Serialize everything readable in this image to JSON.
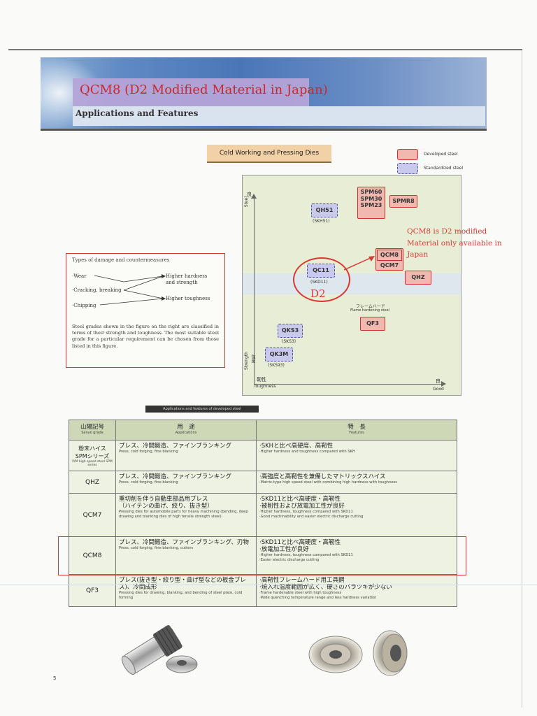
{
  "header": {
    "title": "QCM8 (D2 Modified Material in Japan)",
    "subtitle": "Applications and Features"
  },
  "section": {
    "label": "Cold Working and Pressing Dies"
  },
  "legend": {
    "developed": "Developed steel",
    "standardized": "Standardized steel",
    "developed_color": "#f1b8b0",
    "standardized_color": "#c9c9ec"
  },
  "chart": {
    "y_axis_en": "Good",
    "y_axis_jp": "良",
    "y_axis_name": "Steel",
    "x_axis_jp": "靭性",
    "x_axis_en": "Toughness",
    "x_good_jp": "良",
    "x_good_en": "Good",
    "strength_jp": "強度",
    "strength_en": "Strength",
    "grades": {
      "spm": "SPM60\nSPM30\nSPM23",
      "spmr8": "SPMR8",
      "qh51": "QH51",
      "qh51_sub": "(SKH51)",
      "qcm8": "QCM8",
      "qcm7": "QCM7",
      "qhz": "QHZ",
      "qc11": "QC11",
      "qc11_sub": "(SKD11)",
      "flame_jp": "フレームハード",
      "flame_en": "Flame hardening steel",
      "qf3": "QF3",
      "qks3": "QKS3",
      "qks3_sub": "(SKS3)",
      "qk3m": "QK3M",
      "qk3m_sub": "(SKS93)"
    },
    "d2_label": "D2",
    "note": "QCM8 is D2 modified Material only available in Japan"
  },
  "damage_box": {
    "title": "Types of damage and countermeasures",
    "wear": "·Wear",
    "cracking": "·Cracking, breaking",
    "chipping": "·Chipping",
    "higher_hardness": "Higher hardness\nand strength",
    "higher_toughness": "Higher toughness",
    "paragraph": "Steel grades shown in the figure on the right are classified in terms of their strength and toughness. The most suitable steel grade for a particular requirement can be chosen from those listed in this figure."
  },
  "table": {
    "caption": "Applications and features of developed steel",
    "headers": {
      "grade_jp": "山陽記号",
      "grade_en": "Sanyo grade",
      "app_jp": "用　途",
      "app_en": "Applications",
      "feat_jp": "特　長",
      "feat_en": "Features"
    },
    "rows": [
      {
        "grade": "粉末ハイス\nSPMシリーズ",
        "grade_sub": "P/M high speed steel SPM series",
        "app_jp": "プレス、冷間鍛造、ファインブランキング",
        "app_en": "Press, cold forging, fine blanking",
        "feat_jp": "·SKHと比べ高硬度、高靭性",
        "feat_en": "·Higher hardness and toughness compared with SKH"
      },
      {
        "grade": "QHZ",
        "grade_sub": "",
        "app_jp": "プレス、冷間鍛造、ファインブランキング",
        "app_en": "Press, cold forging, fine blanking",
        "feat_jp": "·高強度と高靭性を兼備したマトリックスハイス",
        "feat_en": "·Matrix-type high speed steel with combining high hardness with toughness"
      },
      {
        "grade": "QCM7",
        "grade_sub": "",
        "app_jp": "重切削を伴う自動車部品用プレス\n（ハイテンの曲げ、絞り、抜き型）",
        "app_en": "Pressing dies for automobile parts for heavy machining (bending, deep drawing and blanking dies of high tensile strength steel)",
        "feat_jp": "·SKD11と比べ高硬度・高靭性\n·被削性および放電加工性が良好",
        "feat_en": "·Higher hardness, toughness compared with SKD11\n·Good machinability and easier electric discharge cutting"
      },
      {
        "grade": "QCM8",
        "grade_sub": "",
        "app_jp": "プレス、冷間鍛造、ファインブランキング、刃物",
        "app_en": "Press, cold forging, fine blanking, cutters",
        "feat_jp": "·SKD11と比べ高硬度・高靭性\n·放電加工性が良好",
        "feat_en": "·Higher hardness, toughness compared with SKD11\n·Easier electric discharge cutting"
      },
      {
        "grade": "QF3",
        "grade_sub": "",
        "app_jp": "プレス(抜き型・絞り型・曲げ型などの板金プレス)、冷間成形",
        "app_en": "Pressing dies for drawing, blanking, and bending of steel plate, cold forming",
        "feat_jp": "·高靭性フレームハード用工具鋼\n·焼入れ温度範囲が広く、硬さのバラツキが少ない",
        "feat_en": "·Frame hardenable steel with high toughness\n·Wide quenching temperature range and less hardness variation"
      }
    ]
  },
  "page_number": "5"
}
